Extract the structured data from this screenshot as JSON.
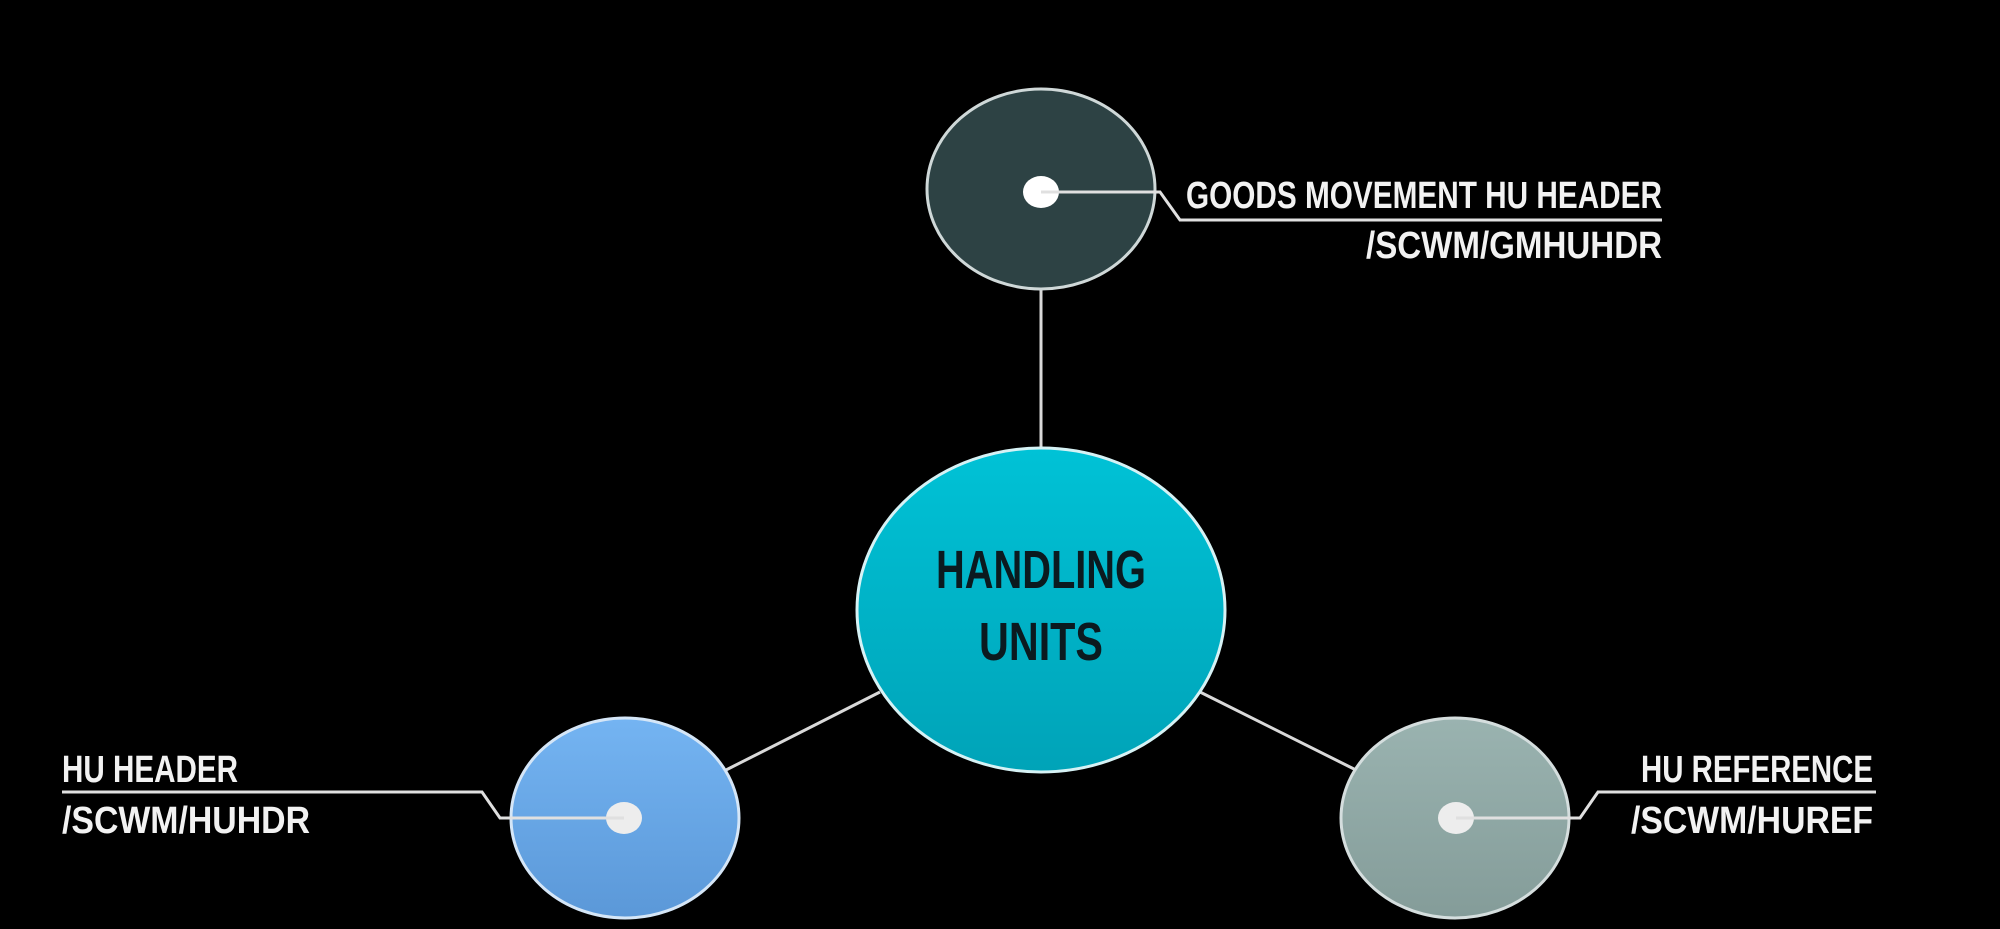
{
  "center": {
    "line1": "HANDLING",
    "line2": "UNITS",
    "color": "#00b4c8"
  },
  "nodes": {
    "top": {
      "title": "GOODS MOVEMENT HU HEADER",
      "code": "/SCWM/GMHUHDR",
      "color": "#2d4244"
    },
    "left": {
      "title": "HU HEADER",
      "code": "/SCWM/HUHDR",
      "color": "#6aa8e8"
    },
    "right": {
      "title": "HU REFERENCE",
      "code": "/SCWM/HUREF",
      "color": "#8fa7a4"
    }
  }
}
